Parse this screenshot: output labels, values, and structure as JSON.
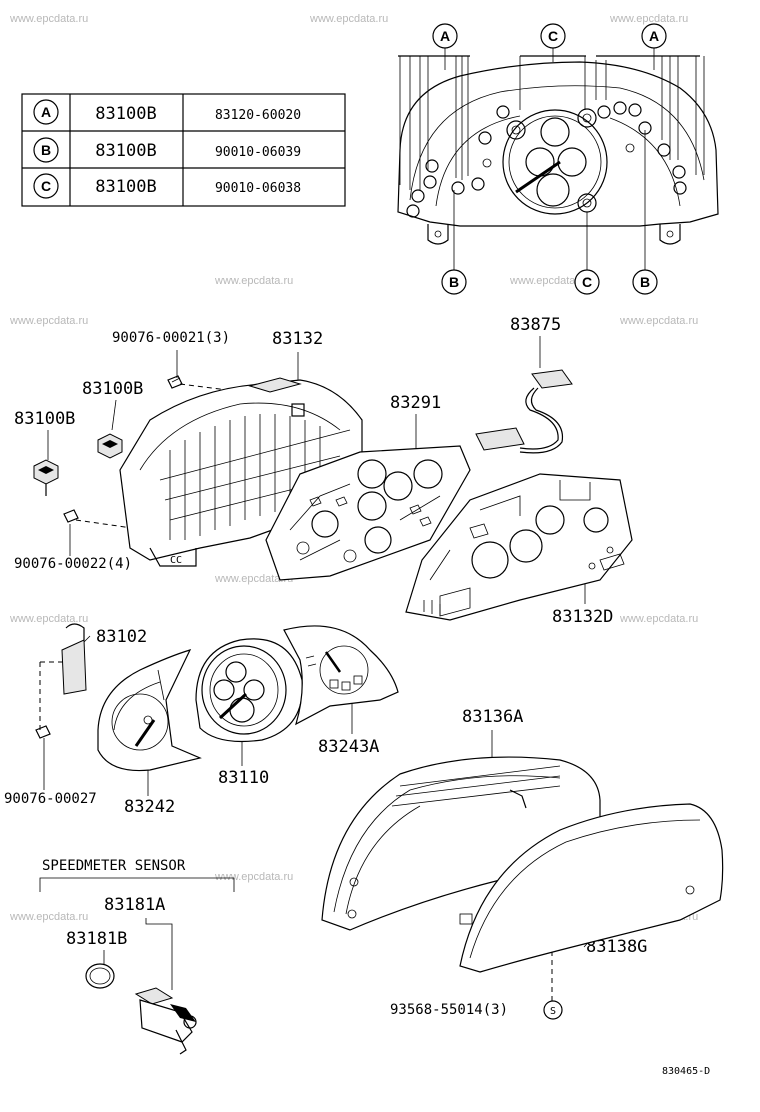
{
  "watermark": "www.epcdata.ru",
  "table": {
    "rows": [
      {
        "key": "A",
        "part": "83100B",
        "number": "83120-60020"
      },
      {
        "key": "B",
        "part": "83100B",
        "number": "90010-06039"
      },
      {
        "key": "C",
        "part": "83100B",
        "number": "90010-06038"
      }
    ]
  },
  "cluster_refs": {
    "top_left": "A",
    "top_center": "C",
    "top_right": "A",
    "bottom_left": "B",
    "bottom_center": "C",
    "bottom_right": "B"
  },
  "parts": {
    "p90076_00021": "90076-00021(3)",
    "p83132": "83132",
    "p83875": "83875",
    "p83100b_upper": "83100B",
    "p83291": "83291",
    "p83100b_lower": "83100B",
    "p90076_00022": "90076-00022(4)",
    "p83132d": "83132D",
    "p83102": "83102",
    "p83243a": "83243A",
    "p90076_00027": "90076-00027",
    "p83242": "83242",
    "p83110": "83110",
    "p83136a": "83136A",
    "speedometer_sensor": "SPEEDMETER SENSOR",
    "p83181a": "83181A",
    "p83181b": "83181B",
    "p83138g": "83138G",
    "p93568_55014": "93568-55014(3)",
    "screw_mark": "S",
    "housing_mark": "CC",
    "diagram_code": "830465-D"
  }
}
